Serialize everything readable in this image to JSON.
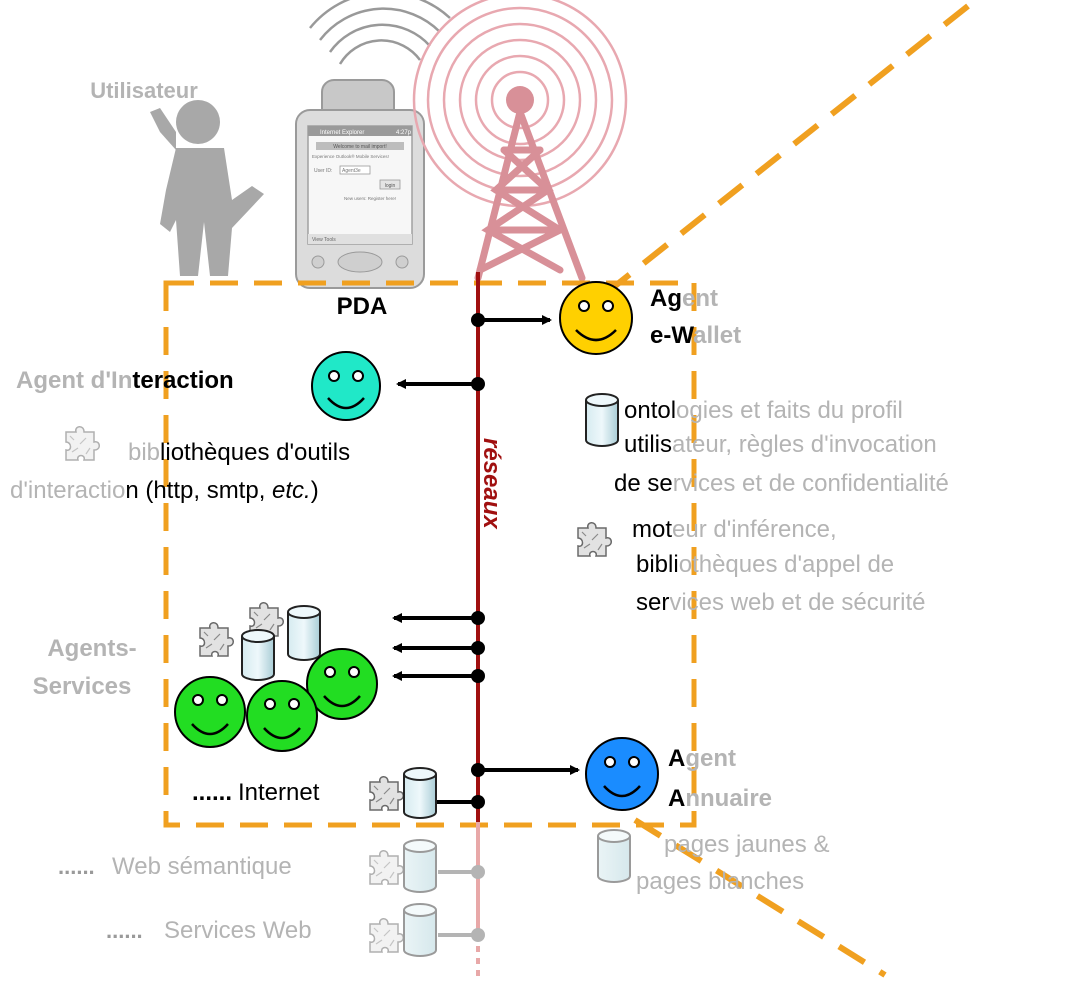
{
  "labels": {
    "user": "Utilisateur",
    "pda": "PDA",
    "network": "réseaux",
    "agent_interaction": {
      "part1": "Agent d'In",
      "part2": "teraction"
    },
    "interaction_lib": {
      "line1_a": "bib",
      "line1_b": "liothèques d'outils",
      "line2_a": "d'interactio",
      "line2_b": "n (http, smtp, ",
      "line2_c": "etc.",
      "line2_d": ")"
    },
    "agent_wallet": {
      "l1_a": "Ag",
      "l1_b": "ent",
      "l2_a": "e-W",
      "l2_b": "allet"
    },
    "wallet_data": {
      "line1_a": "ontol",
      "line1_b": "ogies et faits du profil",
      "line2_a": "utilis",
      "line2_b": "ateur, règles d'invocation",
      "line3_a": "de se",
      "line3_b": "rvices et de confidentialité"
    },
    "wallet_engine": {
      "line1_a": "mot",
      "line1_b": "eur d'inférence,",
      "line2_a": "bibli",
      "line2_b": "othèques d'appel de",
      "line3_a": "ser",
      "line3_b": "vices web et de sécurité"
    },
    "agents_services": {
      "line1": "Agents-",
      "line2": "Services"
    },
    "internet_dots": "......",
    "internet": "Internet",
    "agent_annuaire": {
      "l1_a": "A",
      "l1_b": "gent",
      "l2_a": "A",
      "l2_b": "nnuaire"
    },
    "annuaire_data": {
      "line1": "pages jaunes &",
      "line2_a": "pag",
      "line2_b": "es blanches"
    },
    "semantic_web_dots": "......",
    "semantic_web": "Web sémantique",
    "web_services_dots": "......",
    "web_services": "Services Web"
  },
  "pda_screen": {
    "title_bar": "Internet Explorer",
    "time": "4:27p",
    "welcome": "Welcome to mail import!",
    "subtitle": "Experience Outlook® Mobile Services!",
    "user_id_label": "User ID:",
    "user_id_value": "Agent3e",
    "login_button": "login",
    "new_users": "New users: Register here!",
    "menu": "View Tools"
  },
  "colors": {
    "accent_orange": "#f0a020",
    "network_red": "#a01010",
    "network_faded": "#e8a8a8",
    "agent_cyan": "#20e8c8",
    "agent_yellow": "#ffd000",
    "agent_green": "#22dd22",
    "agent_blue": "#1a8cff",
    "faded_text": "#b4b4b4"
  },
  "icons": [
    "person-icon",
    "pda-icon",
    "antenna-tower-icon",
    "smiley-agent-icon",
    "database-icon",
    "puzzle-icon",
    "arrow-icon"
  ]
}
